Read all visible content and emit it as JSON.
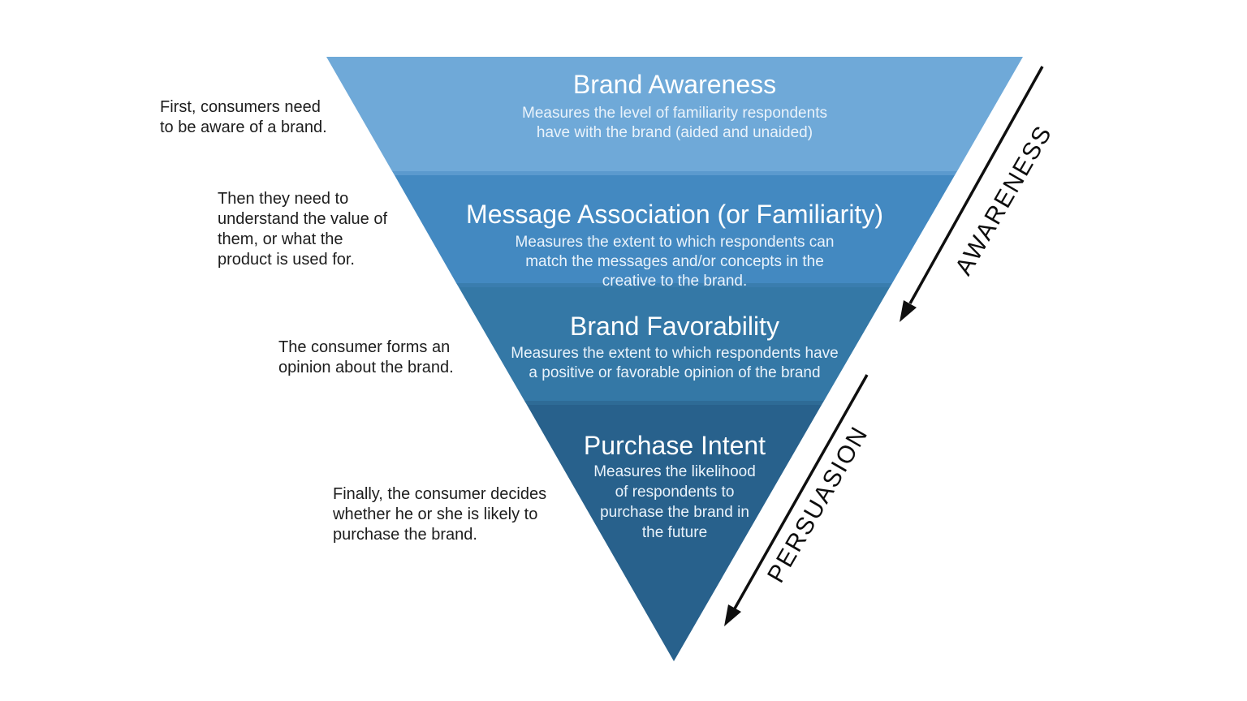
{
  "canvas": {
    "background": "#ffffff"
  },
  "funnel": {
    "segments": [
      {
        "id": "brand-awareness",
        "title": "Brand Awareness",
        "description": "Measures the level of familiarity respondents\nhave with the brand (aided and unaided)",
        "color": "#6FA9D8"
      },
      {
        "id": "message-association",
        "title": "Message Association (or Familiarity)",
        "description": "Measures the extent to which respondents can\nmatch the messages and/or concepts in the\ncreative to the brand.",
        "color": "#4389C1"
      },
      {
        "id": "brand-favorability",
        "title": "Brand Favorability",
        "description": "Measures the extent to which respondents have\na positive or favorable opinion of the brand",
        "color": "#3478A6"
      },
      {
        "id": "purchase-intent",
        "title": "Purchase Intent",
        "description": "Measures the likelihood\nof respondents to\npurchase the brand in\nthe future",
        "color": "#28618C"
      }
    ],
    "dividers": [
      {
        "color": "#5B9ACE"
      },
      {
        "color": "#3A7DAE"
      },
      {
        "color": "#2E6B96"
      }
    ]
  },
  "annotations": [
    {
      "text": "First, consumers need\nto be aware of a brand."
    },
    {
      "text": "Then they need to\nunderstand the value of\nthem, or what the\nproduct is used for."
    },
    {
      "text": "The consumer forms an\nopinion about the brand."
    },
    {
      "text": "Finally, the consumer decides\nwhether he or she is likely to\npurchase the brand."
    }
  ],
  "side_labels": [
    {
      "label": "AWARENESS"
    },
    {
      "label": "PERSUASION"
    }
  ],
  "arrows": {
    "color": "#0f0f0f"
  }
}
